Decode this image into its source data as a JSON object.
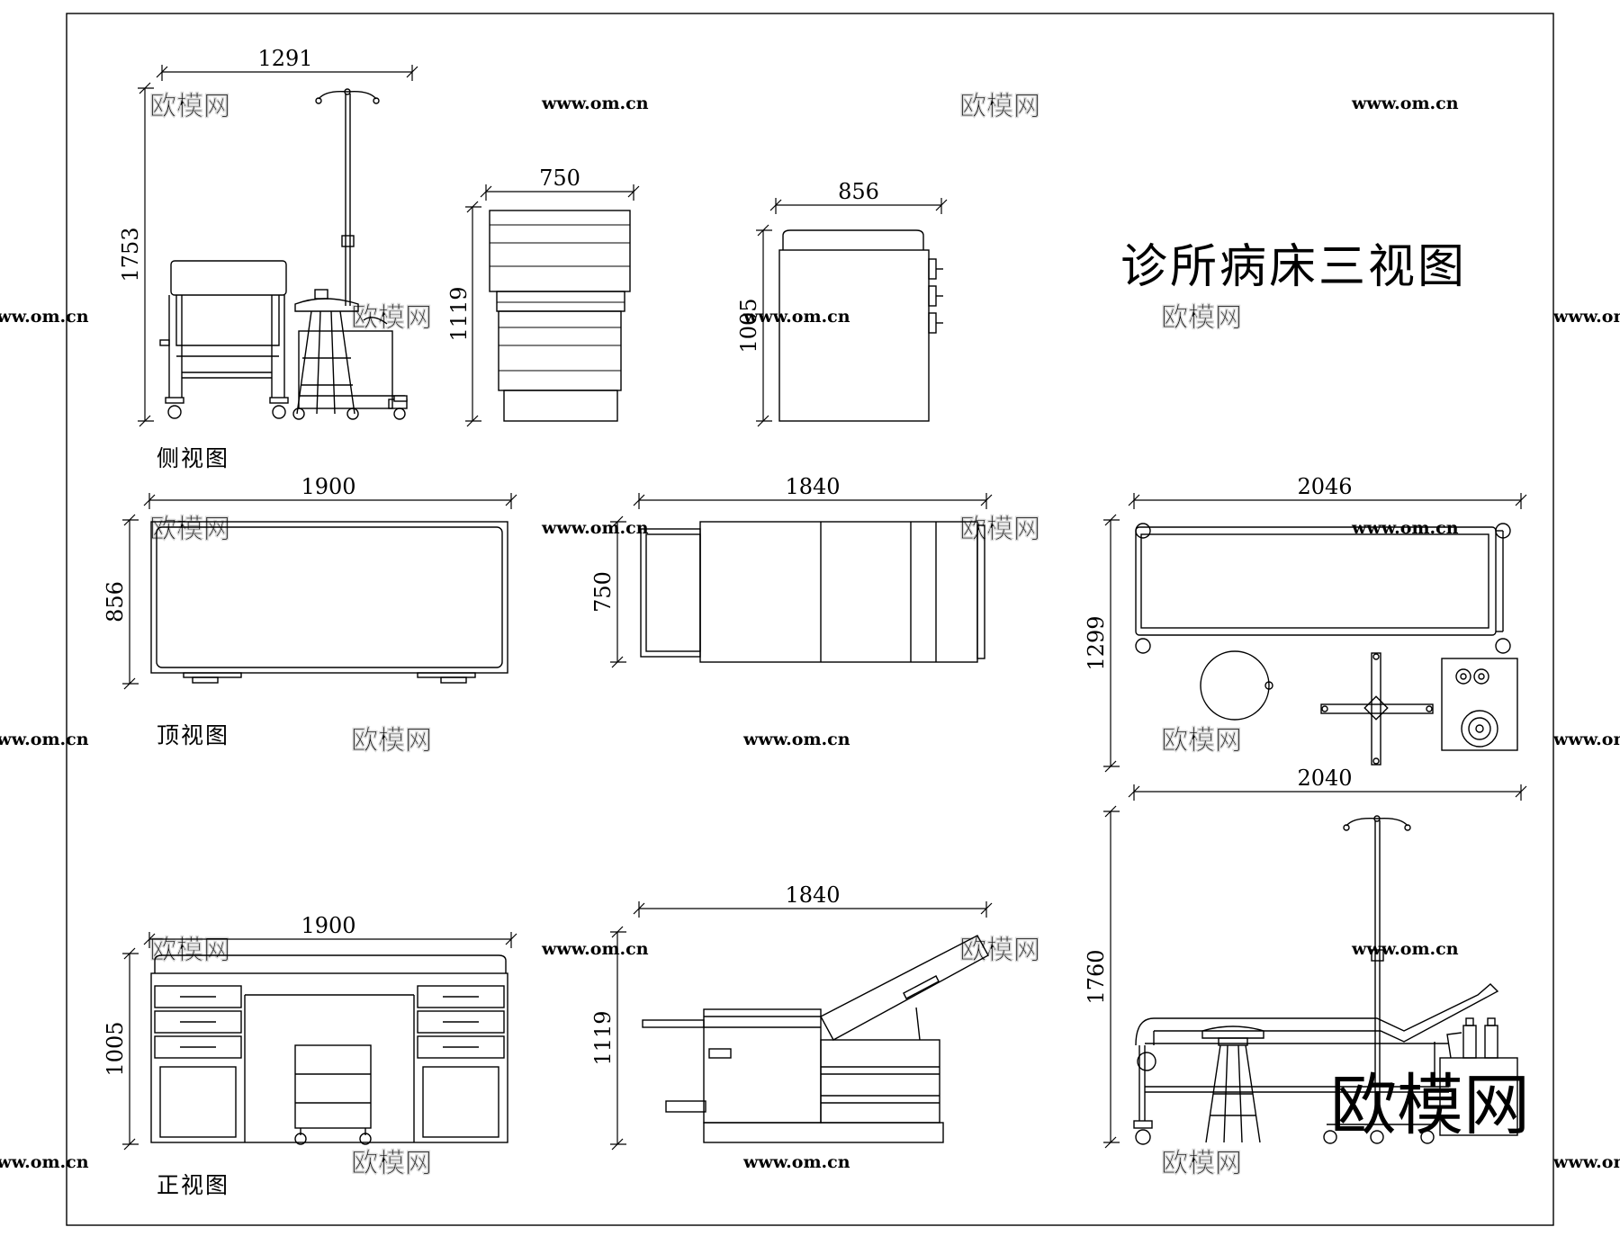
{
  "title": "诊所病床三视图",
  "captions": {
    "side_view": "侧视图",
    "top_view": "顶视图",
    "front_view": "正视图"
  },
  "dimensions": {
    "side_view_width": "1291",
    "side_view_height": "1753",
    "end_view_width": "750",
    "end_view_height": "1119",
    "cabinet_width": "856",
    "cabinet_height": "1005",
    "top_view_width": "1900",
    "top_view_depth": "856",
    "bed_top_length": "1840",
    "bed_top_width": "750",
    "stretcher_top_length": "2046",
    "stretcher_top_width": "1299",
    "stretcher_side_length": "2040",
    "stretcher_side_height": "1760",
    "front_view_width": "1900",
    "front_view_height": "1005",
    "bed_side_length": "1840",
    "bed_side_height": "1119"
  },
  "watermark": {
    "brand": "欧模网",
    "url": "www.om.cn"
  },
  "logo": "欧模网"
}
